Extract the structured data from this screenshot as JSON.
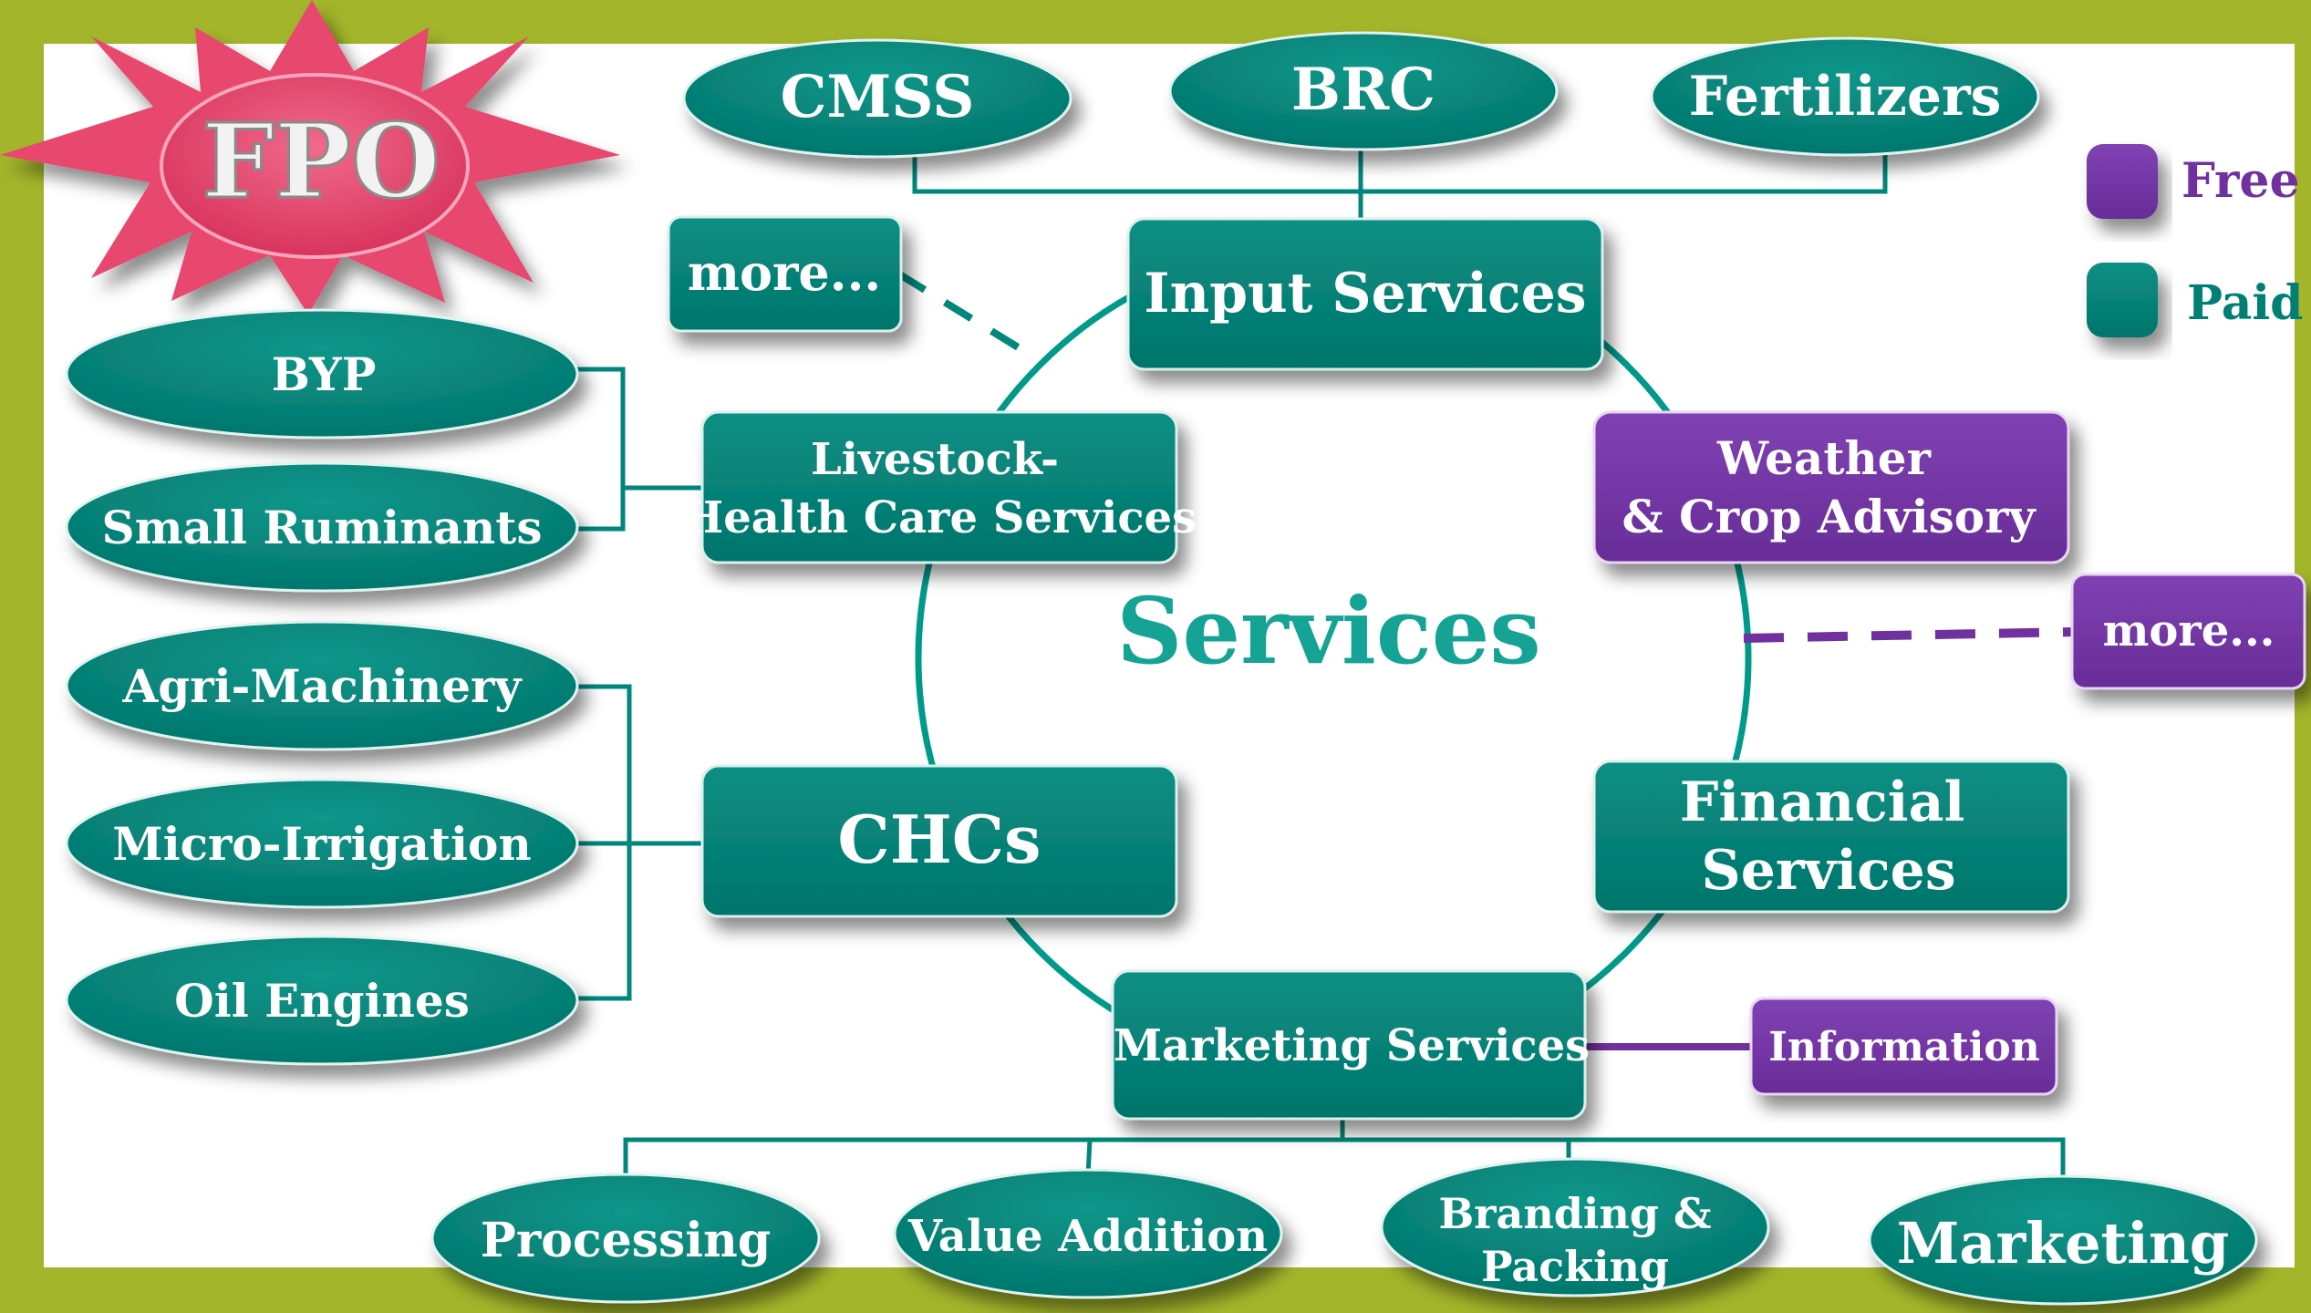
{
  "colors": {
    "border": "#a3b52a",
    "paid": "#007f75",
    "free": "#7030a0",
    "line": "#009a8a",
    "logo": "#e8476e"
  },
  "logo": {
    "label": "FPO"
  },
  "legend": {
    "free": "Free",
    "paid": "Paid"
  },
  "center": {
    "label": "Services"
  },
  "top_inputs": [
    "CMSS",
    "BRC",
    "Fertilizers"
  ],
  "services": {
    "input": "Input Services",
    "livestock": [
      "Livestock-",
      "Health Care Services"
    ],
    "weather": [
      "Weather",
      "& Crop Advisory"
    ],
    "chcs": "CHCs",
    "financial": [
      "Financial",
      "Services"
    ],
    "marketing": "Marketing Services"
  },
  "more_left": "more...",
  "more_right": "more...",
  "livestock_items": [
    "BYP",
    "Small Ruminants"
  ],
  "chc_items": [
    "Agri-Machinery",
    "Micro-Irrigation",
    "Oil Engines"
  ],
  "marketing_info": "Information",
  "marketing_items": [
    "Processing",
    "Value Addition",
    [
      "Branding &",
      "Packing"
    ],
    "Marketing"
  ]
}
